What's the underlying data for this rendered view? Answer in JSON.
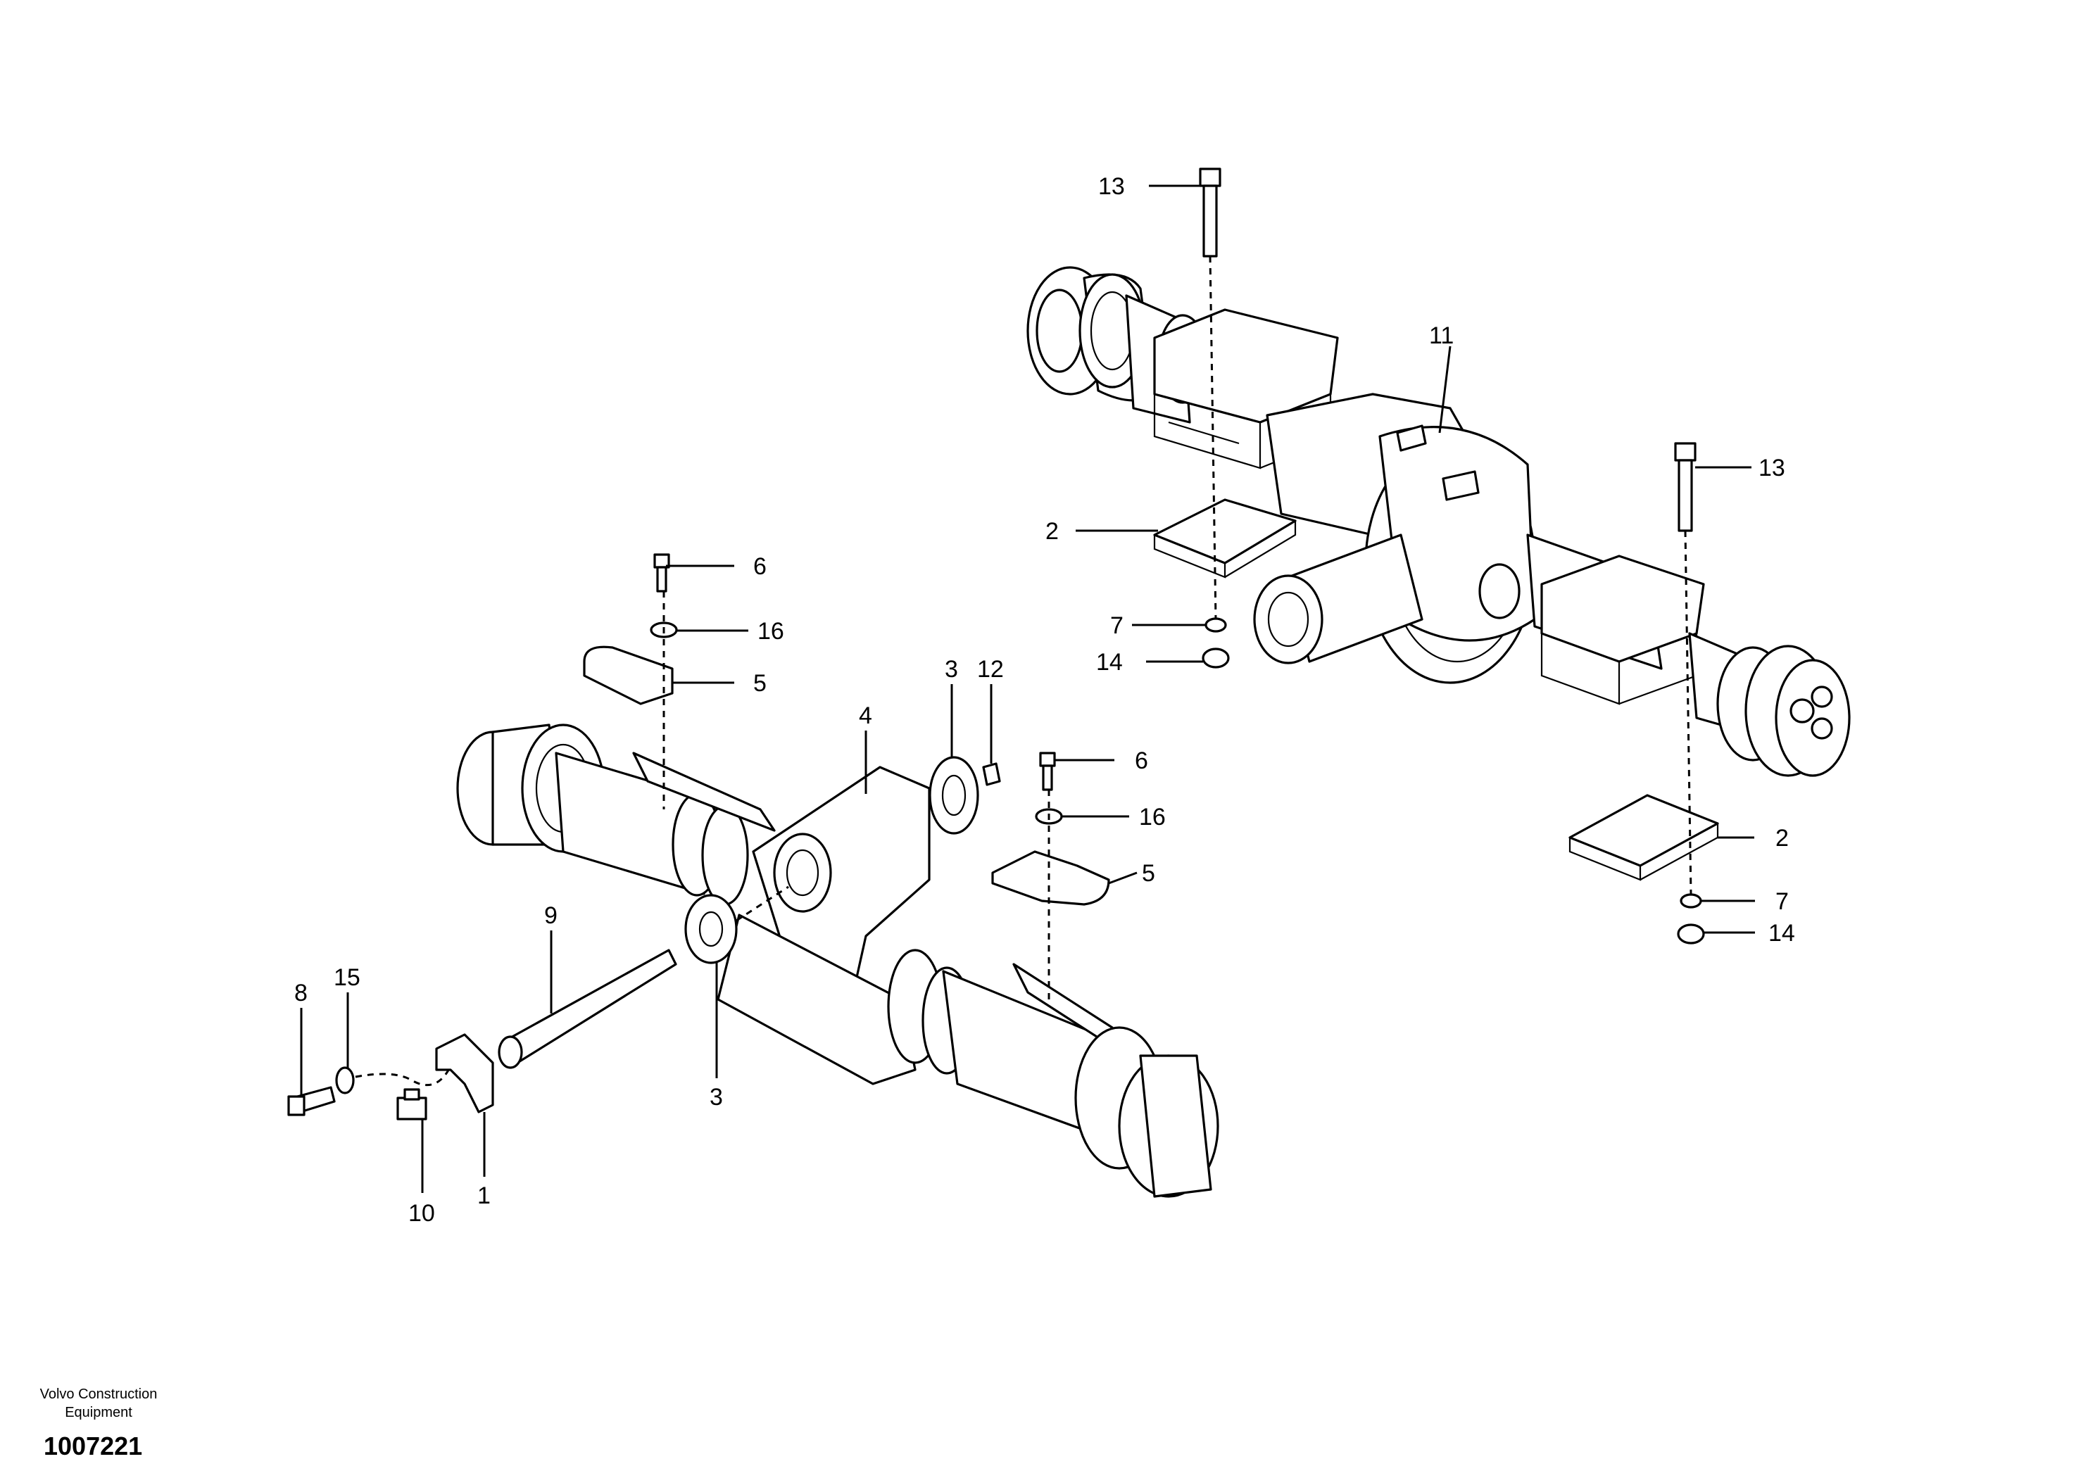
{
  "callouts": [
    {
      "id": "c13a",
      "text": "13"
    },
    {
      "id": "c11",
      "text": "11"
    },
    {
      "id": "c13b",
      "text": "13"
    },
    {
      "id": "c2a",
      "text": "2"
    },
    {
      "id": "c7a",
      "text": "7"
    },
    {
      "id": "c14a",
      "text": "14"
    },
    {
      "id": "c6a",
      "text": "6"
    },
    {
      "id": "c16a",
      "text": "16"
    },
    {
      "id": "c5a",
      "text": "5"
    },
    {
      "id": "c3a",
      "text": "3"
    },
    {
      "id": "c12",
      "text": "12"
    },
    {
      "id": "c4",
      "text": "4"
    },
    {
      "id": "c6b",
      "text": "6"
    },
    {
      "id": "c16b",
      "text": "16"
    },
    {
      "id": "c5b",
      "text": "5"
    },
    {
      "id": "c2b",
      "text": "2"
    },
    {
      "id": "c7b",
      "text": "7"
    },
    {
      "id": "c14b",
      "text": "14"
    },
    {
      "id": "c9",
      "text": "9"
    },
    {
      "id": "c8",
      "text": "8"
    },
    {
      "id": "c15",
      "text": "15"
    },
    {
      "id": "c3b",
      "text": "3"
    },
    {
      "id": "c10",
      "text": "10"
    },
    {
      "id": "c1",
      "text": "1"
    }
  ],
  "footer": {
    "company_line1": "Volvo Construction",
    "company_line2": "Equipment",
    "drawing_number": "1007221"
  }
}
